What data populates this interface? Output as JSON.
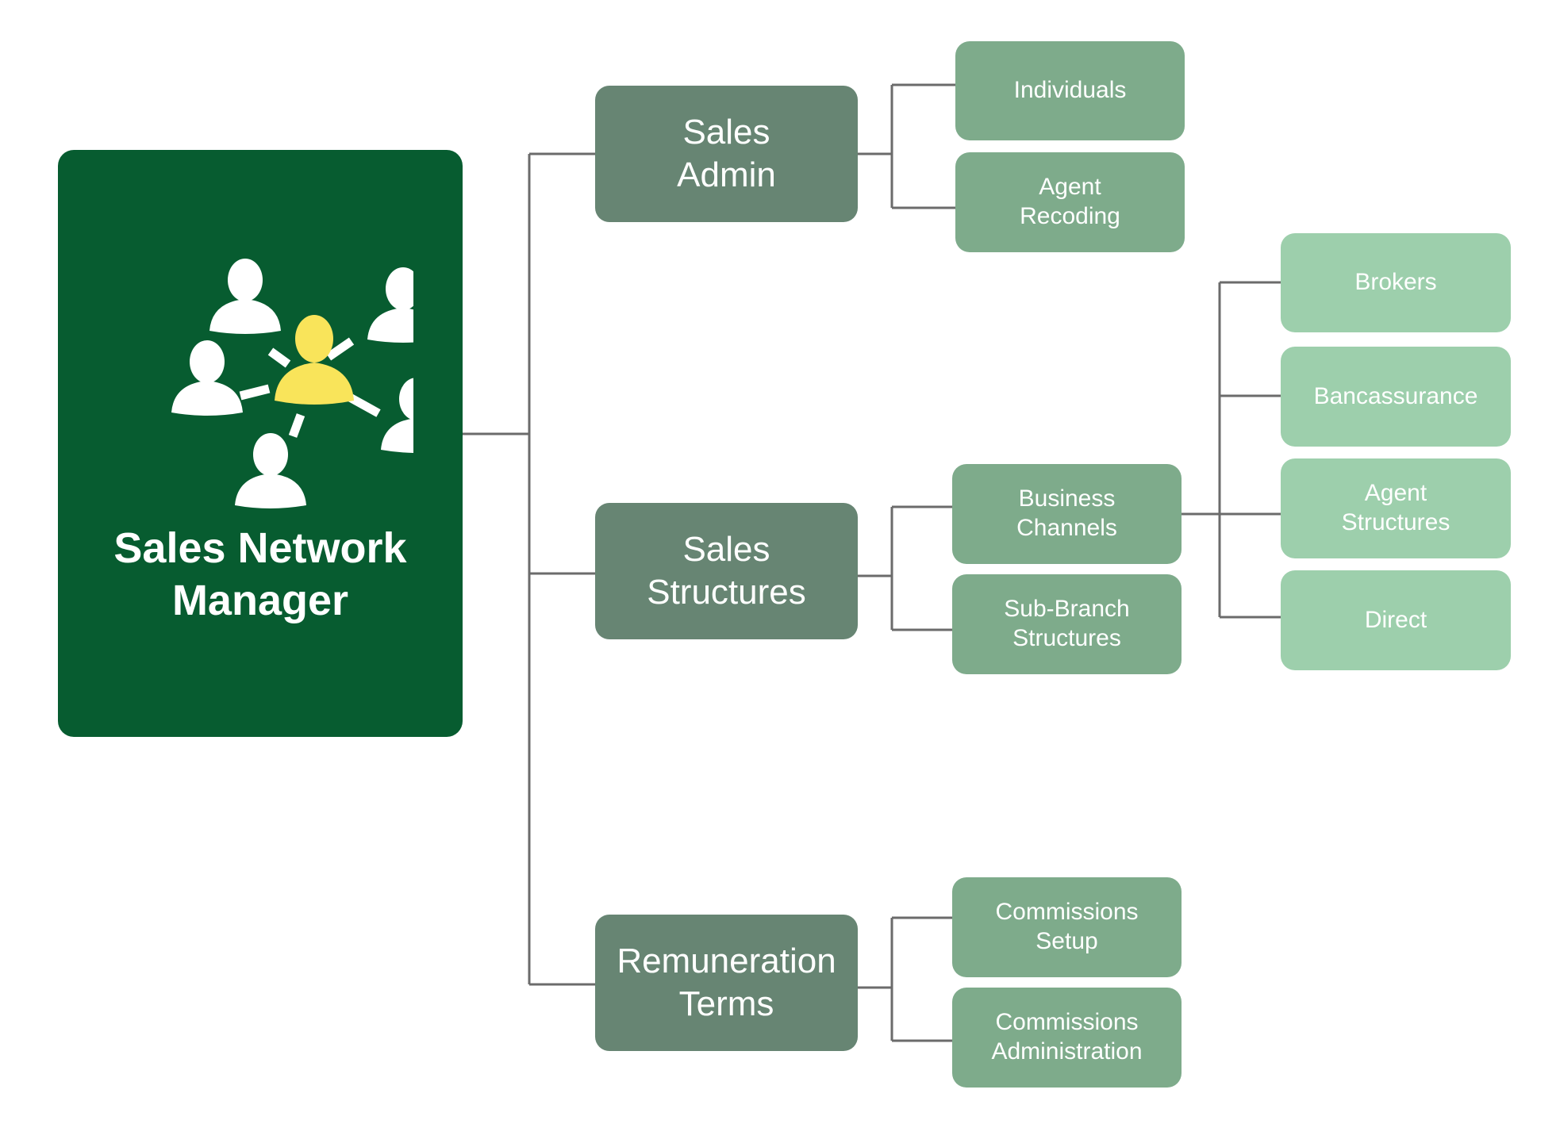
{
  "root": {
    "title": "Sales Network\nManager",
    "icon": "people-network-icon"
  },
  "level1": [
    {
      "id": "sales_admin",
      "label": "Sales\nAdmin"
    },
    {
      "id": "sales_structures",
      "label": "Sales\nStructures"
    },
    {
      "id": "remuneration_terms",
      "label": "Remuneration\nTerms"
    }
  ],
  "level2": [
    {
      "id": "individuals",
      "label": "Individuals"
    },
    {
      "id": "agent_recoding",
      "label": "Agent\nRecoding"
    },
    {
      "id": "business_channels",
      "label": "Business\nChannels"
    },
    {
      "id": "sub_branch_structures",
      "label": "Sub-Branch\nStructures"
    },
    {
      "id": "commissions_setup",
      "label": "Commissions\nSetup"
    },
    {
      "id": "commissions_administration",
      "label": "Commissions\nAdministration"
    }
  ],
  "level3": [
    {
      "id": "brokers",
      "label": "Brokers"
    },
    {
      "id": "bancassurance",
      "label": "Bancassurance"
    },
    {
      "id": "agent_structures",
      "label": "Agent\nStructures"
    },
    {
      "id": "direct",
      "label": "Direct"
    }
  ],
  "colors": {
    "root": "#075c30",
    "level1": "#678573",
    "level2": "#7eab8b",
    "level3": "#9dcfac",
    "connector": "#6b6b6b",
    "icon_people": "#ffffff",
    "icon_center": "#f9e45a"
  }
}
